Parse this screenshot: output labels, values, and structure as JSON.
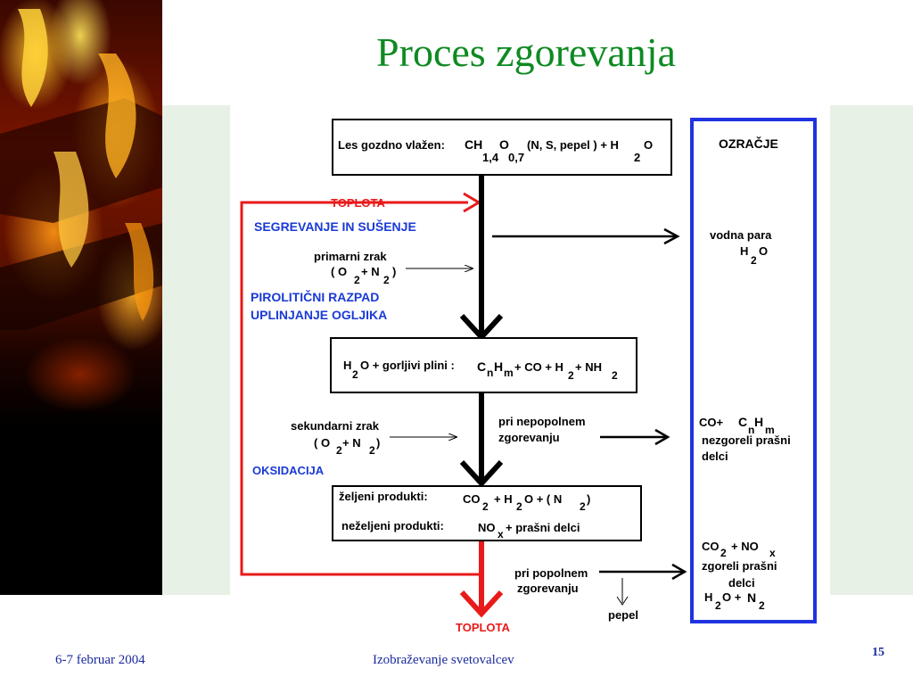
{
  "slide": {
    "title": "Proces zgorevanja",
    "footer_date": "6-7 februar 2004",
    "footer_center": "Izobraževanje svetovalcev",
    "page_number": "15"
  },
  "diagram": {
    "top_box": {
      "prefix": "Les gozdno vlažen:",
      "ch": "CH",
      "ch_sub": "1,4",
      "o": "O",
      "o_sub": "0,7",
      "rest": "(N, S, pepel ) + H",
      "h_sub": "2",
      "o2": "O"
    },
    "toplota_top": "TOPLOTA",
    "segrevanje": "SEGREVANJE IN SUŠENJE",
    "primarni_zrak": "primarni zrak",
    "primarni_formula": {
      "open": "( O",
      "sub1": "2",
      "plus": "+ N",
      "sub2": "2",
      "close": ")"
    },
    "pirolitski_1": "PIROLITIČNI RAZPAD",
    "pirolitski_2": "UPLINJANJE OGLJIKA",
    "mid_box": {
      "h": "H",
      "h_sub": "2",
      "rest": "O + gorljivi plini :",
      "c": "C",
      "c_sub": "n",
      "hm": "H",
      "hm_sub": "m",
      "tail": "+ CO + H",
      "tail_sub": "2",
      "tail2": "+  NH",
      "tail2_sub": "2"
    },
    "sekundarni_zrak": "sekundarni  zrak",
    "sekundarni_formula": {
      "open": "( O",
      "sub1": "2",
      "plus": "+ N",
      "sub2": "2",
      "close": ")"
    },
    "oksidacija": "OKSIDACIJA",
    "nepopolnem_1": "pri nepopolnem",
    "nepopolnem_2": "zgorevanju",
    "bottom_box": {
      "zeljeni_label": "željeni produkti:",
      "zeljeni_co": "CO",
      "zeljeni_co_sub": "2",
      "zeljeni_mid": "+ H",
      "zeljeni_h_sub": "2",
      "zeljeni_tail": "O +    ( N",
      "zeljeni_n_sub": "2",
      "zeljeni_close": ")",
      "nezeljeni_label": "neželjeni produkti:",
      "nezeljeni_no": "NO",
      "nezeljeni_no_sub": "x",
      "nezeljeni_tail": "+  prašni delci"
    },
    "popolnem_1": "pri popolnem",
    "popolnem_2": "zgorevanju",
    "pepel": "pepel",
    "toplota_bottom": "TOPLOTA",
    "ozracje": {
      "title": "OZRAČJE",
      "vodna_para": "vodna para",
      "h2o_h": "H",
      "h2o_sub": "2",
      "h2o_o": "O",
      "co_line": "CO+",
      "c": "C",
      "c_sub": "n",
      "h": "H",
      "h_sub": "m",
      "nezgoreli_1": "nezgoreli prašni",
      "nezgoreli_2": "delci",
      "co2": "CO",
      "co2_sub": "2",
      "plus_no": "+  NO",
      "no_sub": "x",
      "zgoreli_1": "zgoreli prašni",
      "zgoreli_2": "delci",
      "final_h": "H",
      "final_h_sub": "2",
      "final_o": "O +",
      "final_n": "N",
      "final_n_sub": "2"
    }
  },
  "colors": {
    "title_green": "#0e8a22",
    "footer_blue": "#1a2a9c",
    "label_blue": "#1a3ad6",
    "red": "#e81a1a",
    "ozracje_blue": "#1f33e0"
  }
}
